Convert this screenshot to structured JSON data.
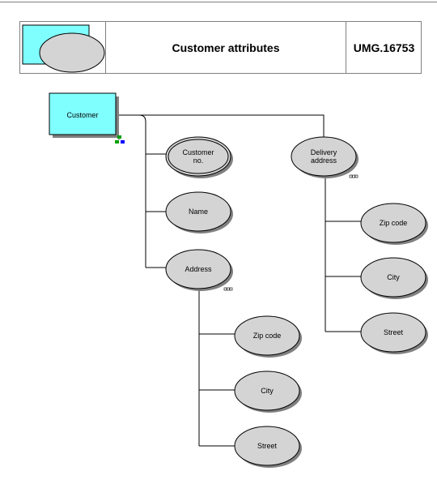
{
  "header": {
    "title": "Customer attributes",
    "id": "UMG.16753"
  },
  "colors": {
    "entity_fill": "#80ffff",
    "attribute_fill": "#d4d4d4",
    "line": "#000000",
    "shadow": "#808080"
  },
  "entity": {
    "label": "Customer"
  },
  "attributes": {
    "customer_no": [
      "Customer",
      "no."
    ],
    "name": [
      "Name"
    ],
    "address": [
      "Address"
    ],
    "address_zip": [
      "Zip code"
    ],
    "address_city": [
      "City"
    ],
    "address_street": [
      "Street"
    ],
    "delivery_address": [
      "Delivery",
      "address"
    ],
    "delivery_zip": [
      "Zip code"
    ],
    "delivery_city": [
      "City"
    ],
    "delivery_street": [
      "Street"
    ]
  }
}
